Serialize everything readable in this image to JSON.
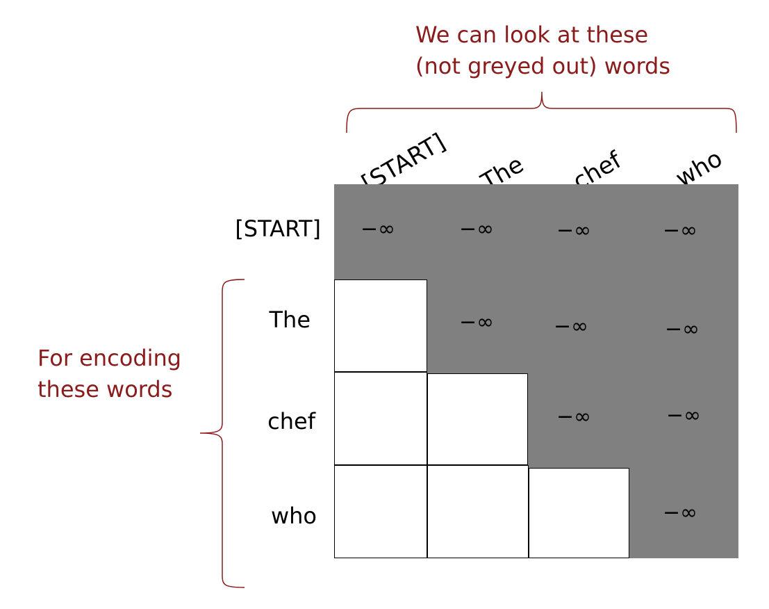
{
  "annotations": {
    "top_line1": "We can look at these",
    "top_line2": "(not greyed out) words",
    "left_line1": "For encoding",
    "left_line2": "these words"
  },
  "columns": [
    "[START]",
    "The",
    "chef",
    "who"
  ],
  "rows": [
    "[START]",
    "The",
    "chef",
    "who"
  ],
  "mask_value": "−∞",
  "mask_matrix": [
    [
      true,
      true,
      true,
      true
    ],
    [
      false,
      true,
      true,
      true
    ],
    [
      false,
      false,
      true,
      true
    ],
    [
      false,
      false,
      false,
      true
    ]
  ],
  "colors": {
    "masked": "#808080",
    "visible": "#ffffff",
    "annotation": "#8b1a1a"
  }
}
